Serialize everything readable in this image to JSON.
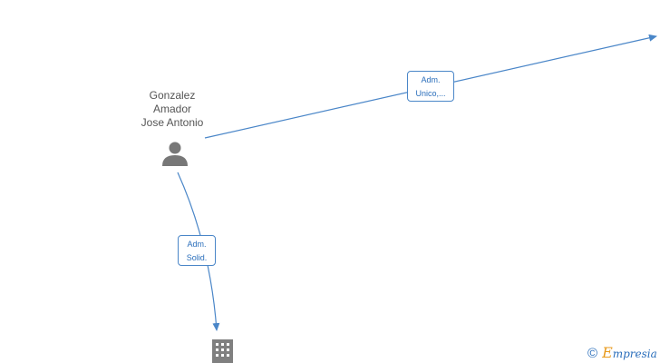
{
  "person": {
    "name_lines": [
      "Gonzalez",
      "Amador",
      "Jose Antonio"
    ]
  },
  "edges": [
    {
      "label_lines": [
        "Adm.",
        "Unico,..."
      ]
    },
    {
      "label_lines": [
        "Adm.",
        "Solid."
      ]
    }
  ],
  "icons": {
    "person": "person-icon",
    "company": "building-icon",
    "copyright": "copyright-icon"
  },
  "colors": {
    "edge": "#4a86c8",
    "node_icon": "#777777",
    "brand_accent": "#e89a1c"
  },
  "watermark": {
    "symbol": "©",
    "brand_first": "E",
    "brand_rest": "mpresia"
  }
}
